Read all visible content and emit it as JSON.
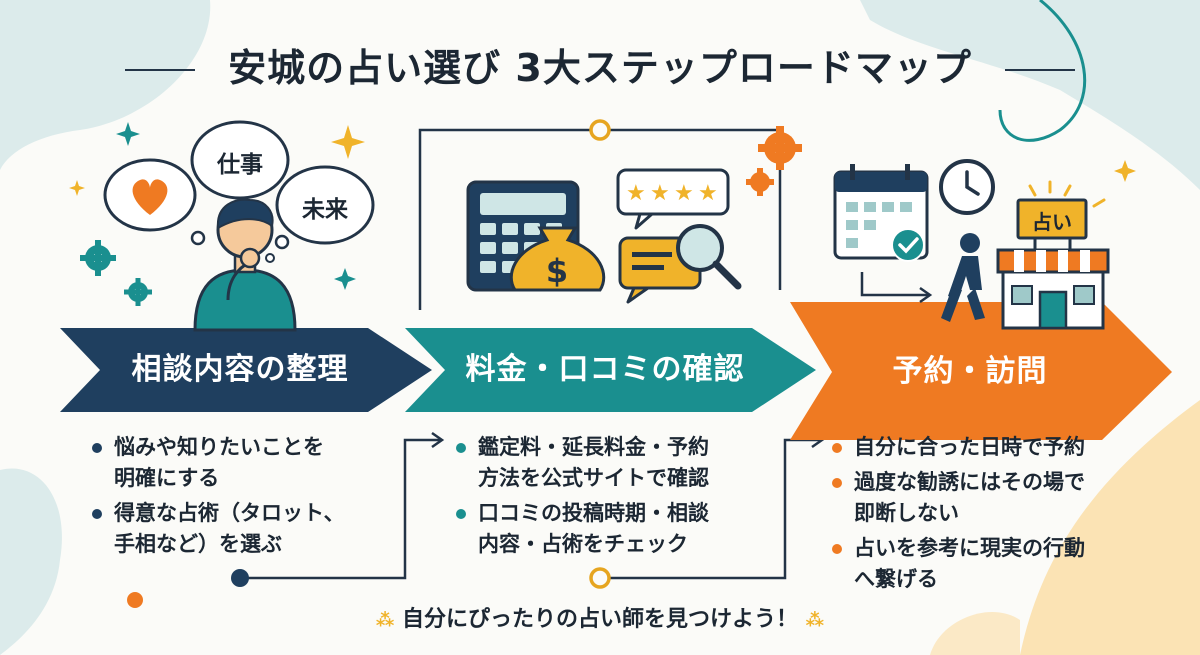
{
  "title": "安城の占い選び 3大ステップロードマップ",
  "colors": {
    "navy": "#1f3f5f",
    "teal": "#1a8f8f",
    "orange": "#ef7a22",
    "dark": "#1c2733",
    "yellow": "#f0b32a"
  },
  "steps": [
    {
      "label": "相談内容の整理",
      "color": "#1f3f5f",
      "bullets": [
        "悩みや知りたいことを明確にする",
        "得意な占術（タロット、手相など）を選ぶ"
      ],
      "bullet_lines": [
        [
          "悩みや知りたいことを",
          "明確にする"
        ],
        [
          "得意な占術（タロット、",
          "手相など）を選ぶ"
        ]
      ]
    },
    {
      "label": "料金・口コミの確認",
      "color": "#1a8f8f",
      "bullets": [
        "鑑定料・延長料金・予約方法を公式サイトで確認",
        "口コミの投稿時期・相談内容・占術をチェック"
      ],
      "bullet_lines": [
        [
          "鑑定料・延長料金・予約",
          "方法を公式サイトで確認"
        ],
        [
          "口コミの投稿時期・相談",
          "内容・占術をチェック"
        ]
      ]
    },
    {
      "label": "予約・訪問",
      "color": "#ef7a22",
      "bullets": [
        "自分に合った日時で予約",
        "過度な勧誘にはその場で即断しない",
        "占いを参考に現実の行動へ繋げる"
      ],
      "bullet_lines": [
        [
          "自分に合った日時で予約"
        ],
        [
          "過度な勧誘にはその場で",
          "即断しない"
        ],
        [
          "占いを参考に現実の行動",
          "へ繋げる"
        ]
      ]
    }
  ],
  "thought_bubbles": [
    "仕事",
    "未来"
  ],
  "shop_sign": "占い",
  "footer": "自分にぴったりの占い師を見つけよう！"
}
